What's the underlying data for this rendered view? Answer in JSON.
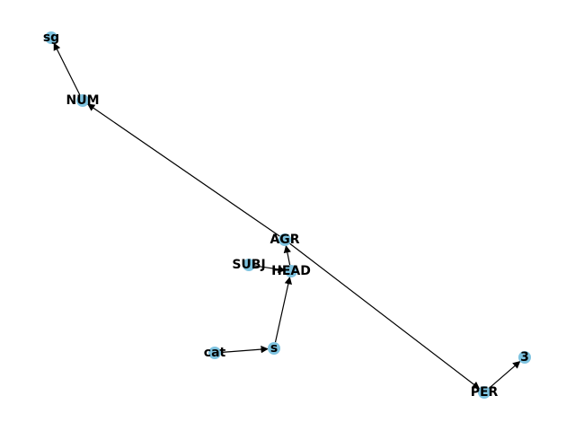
{
  "graph": {
    "node_color": "#7ec3e0",
    "edge_color": "#000000",
    "nodes": [
      {
        "id": "sg",
        "label": "sg"
      },
      {
        "id": "NUM",
        "label": "NUM"
      },
      {
        "id": "AGR",
        "label": "AGR"
      },
      {
        "id": "SUBJ",
        "label": "SUBJ"
      },
      {
        "id": "HEAD",
        "label": "HEAD"
      },
      {
        "id": "s",
        "label": "s"
      },
      {
        "id": "cat",
        "label": "cat"
      },
      {
        "id": "PER",
        "label": "PER"
      },
      {
        "id": "3",
        "label": "3"
      }
    ],
    "edges": [
      {
        "from": "NUM",
        "to": "sg"
      },
      {
        "from": "AGR",
        "to": "NUM"
      },
      {
        "from": "AGR",
        "to": "PER"
      },
      {
        "from": "PER",
        "to": "3"
      },
      {
        "from": "HEAD",
        "to": "AGR"
      },
      {
        "from": "SUBJ",
        "to": "HEAD"
      },
      {
        "from": "s",
        "to": "HEAD"
      },
      {
        "from": "cat",
        "to": "s"
      }
    ]
  }
}
